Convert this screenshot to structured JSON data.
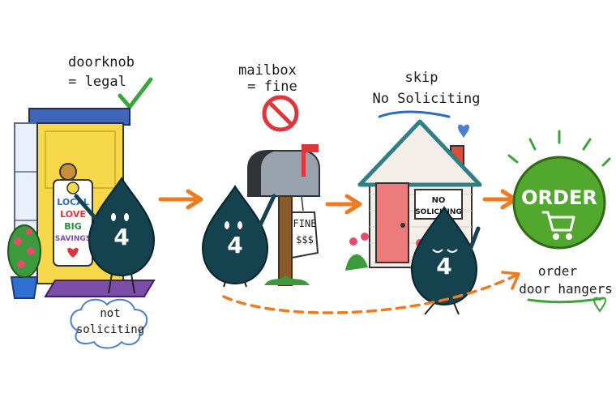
{
  "steps": [
    {
      "caption_line1": "doorknob",
      "caption_line2": "= legal",
      "note_line1": "not",
      "note_line2": "soliciting"
    },
    {
      "caption_line1": "mailbox",
      "caption_line2": "= fine"
    },
    {
      "caption_line1": "skip",
      "caption_line2": "No Soliciting"
    },
    {
      "caption_line1": "order",
      "caption_line2": "door hangers"
    }
  ],
  "door_hanger": {
    "line1": "LOCAL",
    "line2": "LOVE",
    "line3": "BIG",
    "line4": "SAVINGS"
  },
  "fine_tag": {
    "line1": "FINE",
    "line2": "$$$"
  },
  "house_sign": {
    "line1": "NO",
    "line2": "SOLICITING"
  },
  "order_button": {
    "label": "ORDER",
    "cart_icon": "cart-icon"
  },
  "character_badge": "4",
  "colors": {
    "orange_arrow": "#f07a1e",
    "order_green": "#52a82e",
    "check_green": "#3aa63a",
    "door_yellow": "#f7d84a",
    "mat_purple": "#7d4ea8",
    "house_door_pink": "#ee7b7b",
    "character_navy": "#14424f",
    "cloud_blue": "#4a7fd0",
    "no_red": "#e0353b"
  }
}
